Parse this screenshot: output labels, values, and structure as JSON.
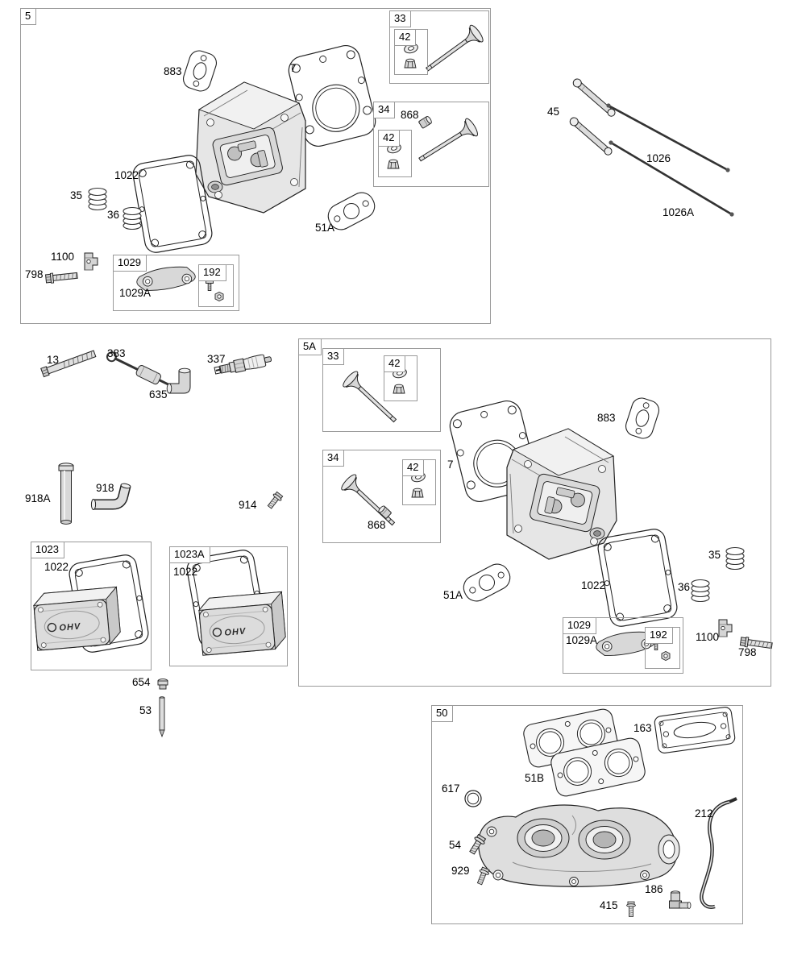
{
  "colors": {
    "line": "#222222",
    "box_border": "#9a9a9a",
    "background": "#ffffff",
    "text": "#000000"
  },
  "boxes": {
    "b5": "5",
    "b33_1": "33",
    "b42_1": "42",
    "b34_1": "34",
    "b42_2": "42",
    "b1029_1": "1029",
    "b192_1": "192",
    "b5a": "5A",
    "b33_2": "33",
    "b42_3": "42",
    "b34_2": "34",
    "b42_4": "42",
    "b1029_2": "1029",
    "b192_2": "192",
    "b1023": "1023",
    "b1023a": "1023A",
    "b50": "50"
  },
  "labels": {
    "p883_1": "883",
    "p7_1": "7",
    "p868_1": "868",
    "p1022_1": "1022",
    "p35_1": "35",
    "p36_1": "36",
    "p51a_1": "51A",
    "p1100_1": "1100",
    "p798_1": "798",
    "p1029a_1": "1029A",
    "p45": "45",
    "p1026": "1026",
    "p1026a": "1026A",
    "p13": "13",
    "p383": "383",
    "p635": "635",
    "p337": "337",
    "p918a": "918A",
    "p918": "918",
    "p914": "914",
    "p1022_2": "1022",
    "p1022_3": "1022",
    "p654": "654",
    "p53": "53",
    "p7_2": "7",
    "p883_2": "883",
    "p868_2": "868",
    "p1022_4": "1022",
    "p35_2": "35",
    "p36_2": "36",
    "p51a_2": "51A",
    "p1029a_2": "1029A",
    "p1100_2": "1100",
    "p798_2": "798",
    "p163": "163",
    "p51b": "51B",
    "p617": "617",
    "p54": "54",
    "p929": "929",
    "p212": "212",
    "p186": "186",
    "p415": "415",
    "ohv_1": "OHV",
    "ohv_2": "OHV"
  }
}
